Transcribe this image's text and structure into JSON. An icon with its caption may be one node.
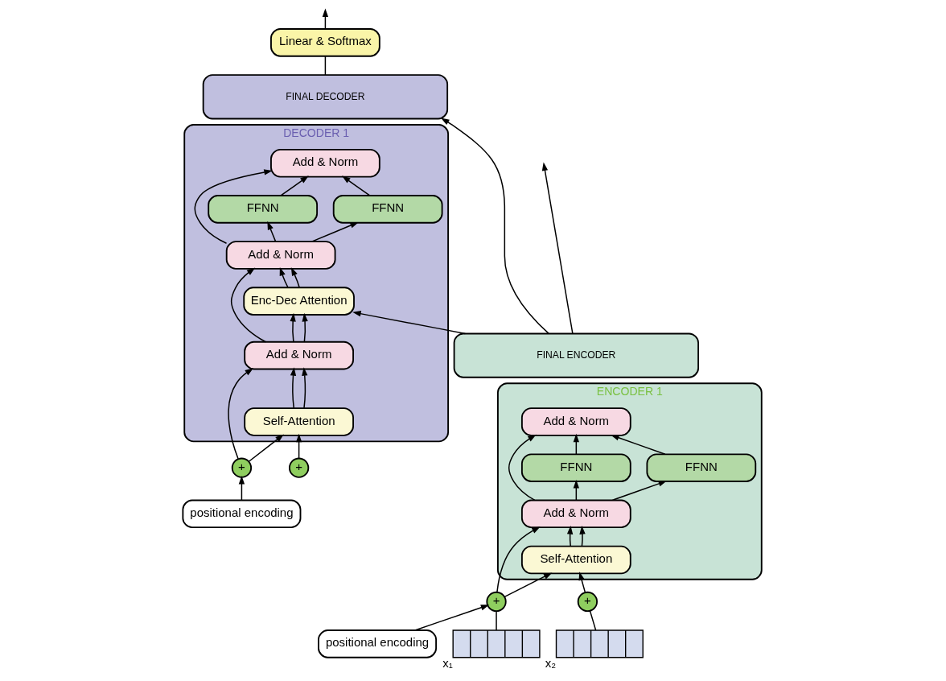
{
  "diagram": {
    "nodes": [
      {
        "text": [
          "FINAL ENCODER"
        ]
      },
      {
        "text": [
          "ENCODER 1"
        ]
      },
      {
        "text": [
          "Add & Norm"
        ],
        "in": 1
      },
      {
        "text": [
          "FFNN"
        ],
        "in": 1
      },
      {
        "text": [
          "FFNN"
        ],
        "in": 1
      },
      {
        "text": [
          "Add & Norm"
        ],
        "in": 1
      },
      {
        "text": [
          "Self-Attention"
        ],
        "in": 1
      },
      {
        "text": [
          "positional encoding"
        ]
      },
      {
        "text": [
          "+"
        ]
      },
      {
        "text": [
          "+"
        ]
      },
      {
        "text": [],
        "shape": "bar",
        "beside": [
          "x₁"
        ]
      },
      {
        "text": [],
        "shape": "bar",
        "beside": [
          "x₂"
        ]
      },
      {
        "text": [
          "Linear & Softmax"
        ]
      },
      {
        "text": [
          "FINAL DECODER"
        ]
      },
      {
        "text": [
          "DECODER 1"
        ]
      },
      {
        "text": [
          "Add & Norm"
        ],
        "in": 14
      },
      {
        "text": [
          "FFNN"
        ],
        "in": 14
      },
      {
        "text": [
          "FFNN"
        ],
        "in": 14
      },
      {
        "text": [
          "Add & Norm"
        ],
        "in": 14
      },
      {
        "text": [
          "Enc-Dec Attention"
        ],
        "in": 14
      },
      {
        "text": [
          "Add & Norm"
        ],
        "in": 14
      },
      {
        "text": [
          "Self-Attention"
        ],
        "in": 14
      },
      {
        "text": [
          "positional encoding"
        ]
      },
      {
        "text": [
          "+"
        ]
      },
      {
        "text": [
          "+"
        ]
      }
    ],
    "edges": [
      {
        "from": 10,
        "to": 8,
        "arrow": "none"
      },
      {
        "from": 7,
        "to": 8,
        "arrow": "to"
      },
      {
        "from": 11,
        "to": 9,
        "arrow": "none"
      },
      {
        "from": 8,
        "to": 6,
        "arrow": "to"
      },
      {
        "from": 8,
        "to": 5,
        "arrow": "to"
      },
      {
        "from": 9,
        "to": 6,
        "arrow": "to"
      },
      {
        "from": 6,
        "to": 5,
        "arrow": "to"
      },
      {
        "from": 6,
        "to": 5,
        "arrow": "to"
      },
      {
        "from": 5,
        "to": 3,
        "arrow": "to"
      },
      {
        "from": 5,
        "to": 4,
        "arrow": "to"
      },
      {
        "from": 5,
        "to": 2,
        "arrow": "to"
      },
      {
        "from": 3,
        "to": 2,
        "arrow": "to"
      },
      {
        "from": 4,
        "to": 2,
        "arrow": "to"
      },
      {
        "from": 0,
        "to": 13,
        "arrow": "to"
      },
      {
        "from": 0,
        "to": null,
        "arrow": "to"
      },
      {
        "from": 0,
        "to": 19,
        "arrow": "to"
      },
      {
        "from": 13,
        "to": 12,
        "arrow": "none"
      },
      {
        "from": 12,
        "to": null,
        "arrow": "to"
      },
      {
        "from": 22,
        "to": 23,
        "arrow": "to"
      },
      {
        "from": 23,
        "to": 21,
        "arrow": "to"
      },
      {
        "from": 23,
        "to": 20,
        "arrow": "to"
      },
      {
        "from": 24,
        "to": 21,
        "arrow": "to"
      },
      {
        "from": 21,
        "to": 20,
        "arrow": "to"
      },
      {
        "from": 21,
        "to": 20,
        "arrow": "to"
      },
      {
        "from": 20,
        "to": 19,
        "arrow": "to"
      },
      {
        "from": 20,
        "to": 19,
        "arrow": "to"
      },
      {
        "from": 20,
        "to": 18,
        "arrow": "to"
      },
      {
        "from": 19,
        "to": 18,
        "arrow": "to"
      },
      {
        "from": 19,
        "to": 18,
        "arrow": "to"
      },
      {
        "from": 18,
        "to": 16,
        "arrow": "to"
      },
      {
        "from": 18,
        "to": 17,
        "arrow": "to"
      },
      {
        "from": 18,
        "to": 15,
        "arrow": "to"
      },
      {
        "from": 16,
        "to": 15,
        "arrow": "to"
      },
      {
        "from": 17,
        "to": 15,
        "arrow": "to"
      }
    ]
  }
}
